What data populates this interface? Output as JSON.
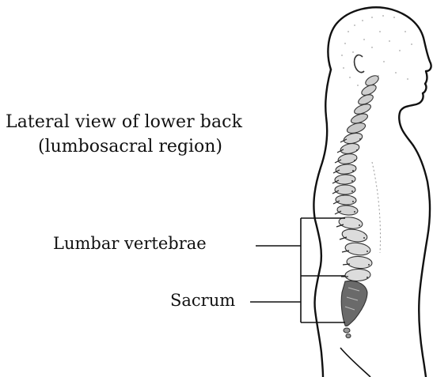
{
  "figure": {
    "title_line_1": "Lateral view of lower back",
    "title_line_2": "(lumbosacral region)"
  },
  "callouts": {
    "lumbar": "Lumbar vertebrae",
    "sacrum": "Sacrum"
  },
  "colors": {
    "ink": "#111111",
    "background": "#ffffff",
    "bone_fill": "#d6d6d6",
    "bone_shadow": "#555555"
  }
}
